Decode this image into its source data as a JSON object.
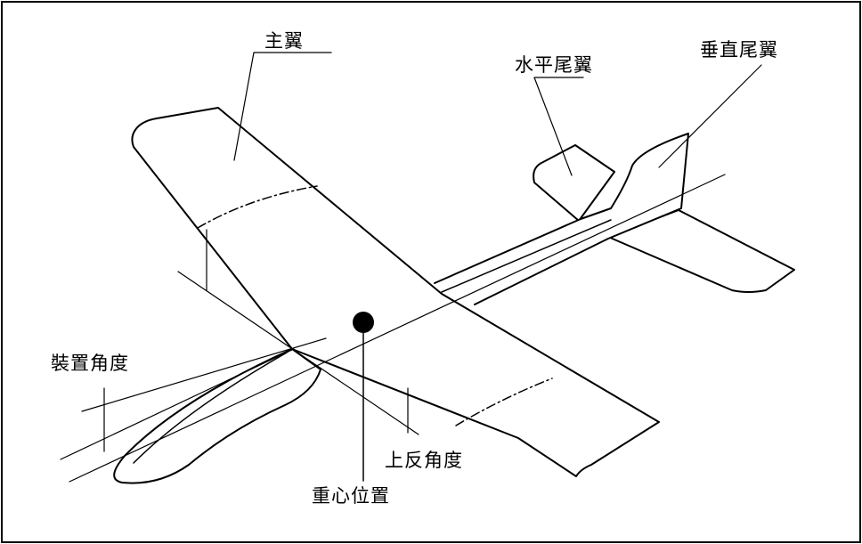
{
  "labels": {
    "main_wing": "主翼",
    "horizontal_tail": "水平尾翼",
    "vertical_tail": "垂直尾翼",
    "incidence_angle": "裝置角度",
    "dihedral_angle": "上反角度",
    "center_of_gravity": "重心位置"
  },
  "colors": {
    "line": "#000000",
    "background": "#ffffff"
  }
}
